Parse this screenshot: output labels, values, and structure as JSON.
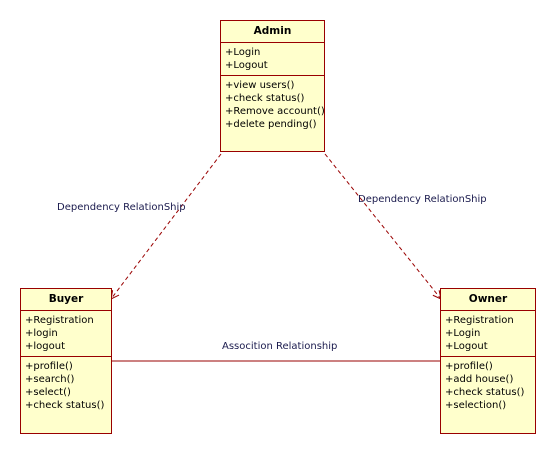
{
  "classes": {
    "admin": {
      "name": "Admin",
      "attributes": [
        "+Login",
        "+Logout"
      ],
      "operations": [
        "+view users()",
        "+check status()",
        "+Remove account()",
        "+delete pending()"
      ]
    },
    "buyer": {
      "name": "Buyer",
      "attributes": [
        "+Registration",
        "+login",
        "+logout"
      ],
      "operations": [
        "+profile()",
        "+search()",
        "+select()",
        "+check status()"
      ]
    },
    "owner": {
      "name": "Owner",
      "attributes": [
        "+Registration",
        "+Login",
        "+Logout"
      ],
      "operations": [
        "+profile()",
        "+add house()",
        "+check status()",
        "+selection()"
      ]
    }
  },
  "relationships": {
    "admin_buyer": "Dependency RelationShip",
    "admin_owner": "Dependency RelationShip",
    "buyer_owner": "Assocition Relationship"
  },
  "colors": {
    "class_fill": "#ffffcc",
    "class_border": "#990000",
    "connector": "#990000",
    "label_text": "#1a1a4d"
  }
}
